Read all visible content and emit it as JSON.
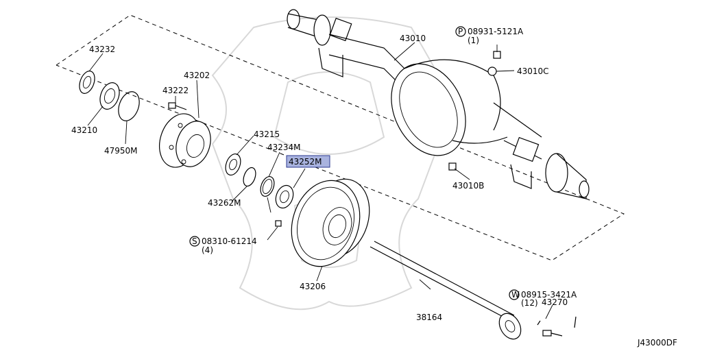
{
  "diagram_code": "J43000DF",
  "parts": [
    {
      "id": "p43232",
      "label": "43232",
      "highlighted": false
    },
    {
      "id": "p43210",
      "label": "43210",
      "highlighted": false
    },
    {
      "id": "p47950",
      "label": "47950M",
      "highlighted": false
    },
    {
      "id": "p43222",
      "label": "43222",
      "highlighted": false
    },
    {
      "id": "p43202",
      "label": "43202",
      "highlighted": false
    },
    {
      "id": "p43215",
      "label": "43215",
      "highlighted": false
    },
    {
      "id": "p43234",
      "label": "43234M",
      "highlighted": false
    },
    {
      "id": "p43252",
      "label": "43252M",
      "highlighted": true
    },
    {
      "id": "p43262",
      "label": "43262M",
      "highlighted": false
    },
    {
      "id": "p43206",
      "label": "43206",
      "highlighted": false
    },
    {
      "id": "p43010",
      "label": "43010",
      "highlighted": false
    },
    {
      "id": "p43010C",
      "label": "43010C",
      "highlighted": false
    },
    {
      "id": "p43010B",
      "label": "43010B",
      "highlighted": false
    },
    {
      "id": "p38164",
      "label": "38164",
      "highlighted": false
    },
    {
      "id": "p43270",
      "label": "43270",
      "highlighted": false
    }
  ],
  "fasteners": [
    {
      "id": "f1",
      "prefix": "P",
      "label": "08931-5121A",
      "qty": "(1)"
    },
    {
      "id": "f2",
      "prefix": "S",
      "label": "08310-61214",
      "qty": "(4)"
    },
    {
      "id": "f3",
      "prefix": "W",
      "label": "08915-3421A",
      "qty": "(12)"
    }
  ],
  "colors": {
    "highlight": "#a9b3df",
    "line": "#000000",
    "watermark": "#d8d8d8"
  }
}
